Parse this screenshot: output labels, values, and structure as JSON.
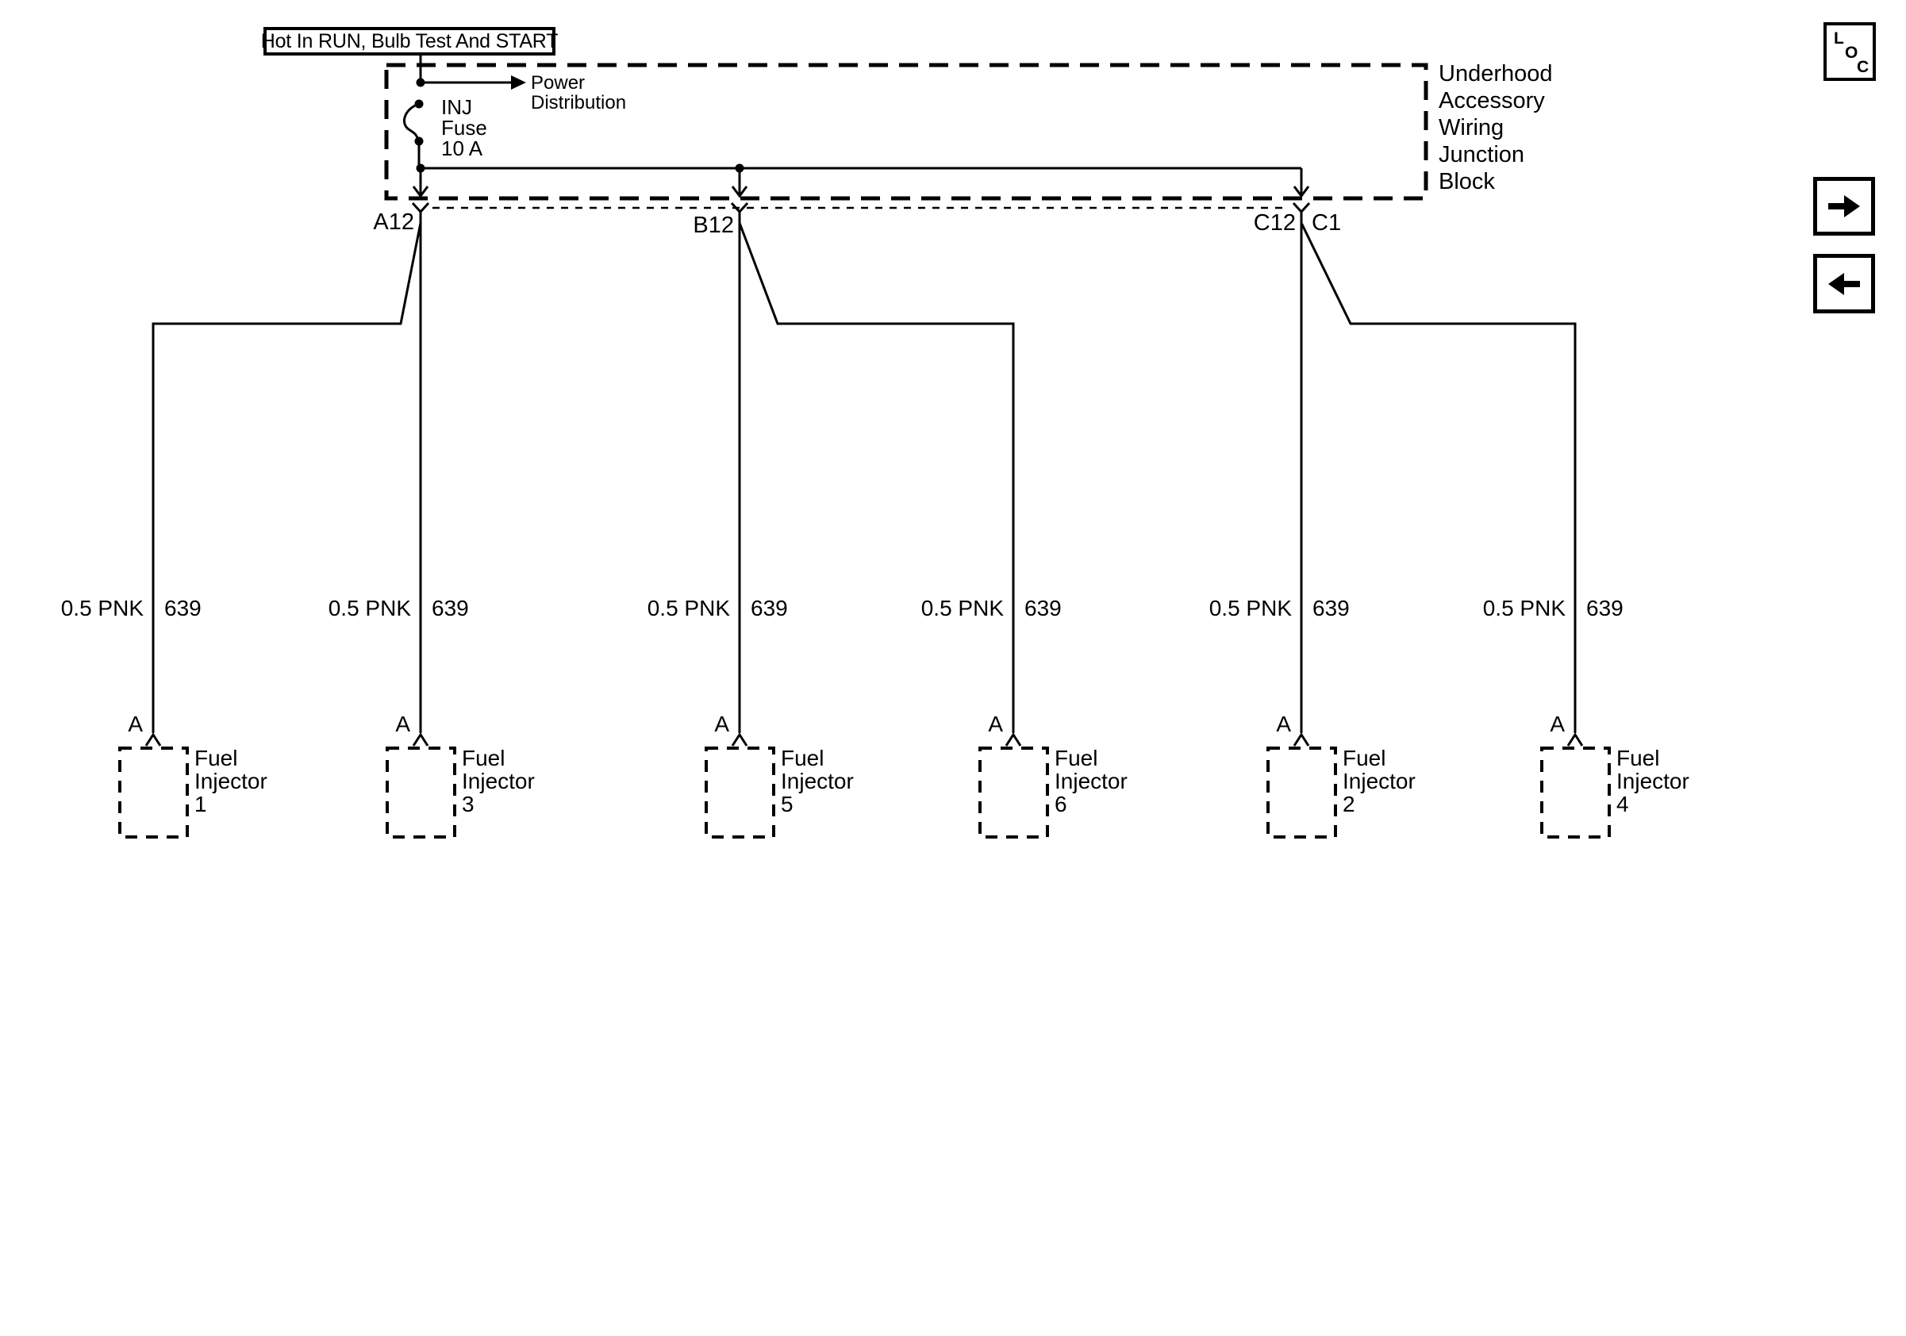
{
  "banner": {
    "title": "Hot In RUN, Bulb Test And START"
  },
  "junction_block": {
    "name_lines": [
      "Underhood",
      "Accessory",
      "Wiring",
      "Junction",
      "Block"
    ],
    "fuse": {
      "line1": "INJ",
      "line2": "Fuse",
      "line3": "10 A"
    },
    "power_distribution": {
      "line1": "Power",
      "line2": "Distribution"
    },
    "pins": {
      "a": "A12",
      "b": "B12",
      "c": "C12",
      "c1": "C1"
    }
  },
  "wires": [
    {
      "size_color": "0.5 PNK",
      "circuit": "639"
    },
    {
      "size_color": "0.5 PNK",
      "circuit": "639"
    },
    {
      "size_color": "0.5 PNK",
      "circuit": "639"
    },
    {
      "size_color": "0.5 PNK",
      "circuit": "639"
    },
    {
      "size_color": "0.5 PNK",
      "circuit": "639"
    },
    {
      "size_color": "0.5 PNK",
      "circuit": "639"
    }
  ],
  "injectors": [
    {
      "pin": "A",
      "line1": "Fuel",
      "line2": "Injector",
      "number": "1"
    },
    {
      "pin": "A",
      "line1": "Fuel",
      "line2": "Injector",
      "number": "3"
    },
    {
      "pin": "A",
      "line1": "Fuel",
      "line2": "Injector",
      "number": "5"
    },
    {
      "pin": "A",
      "line1": "Fuel",
      "line2": "Injector",
      "number": "6"
    },
    {
      "pin": "A",
      "line1": "Fuel",
      "line2": "Injector",
      "number": "2"
    },
    {
      "pin": "A",
      "line1": "Fuel",
      "line2": "Injector",
      "number": "4"
    }
  ],
  "controls": {
    "loc_letters": [
      "L",
      "O",
      "C"
    ],
    "next_icon": "right-arrow",
    "prev_icon": "left-arrow"
  },
  "colors": {
    "ink": "#000000",
    "paper": "#ffffff"
  }
}
